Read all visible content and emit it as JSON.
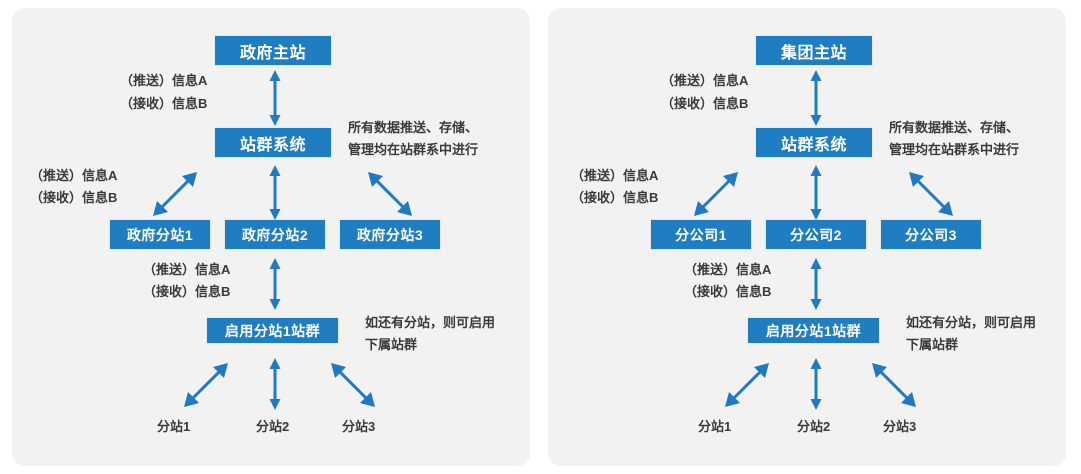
{
  "meta": {
    "accent_color": "#1f7ec2",
    "panel_bg": "#f2f2f2",
    "text_color": "#3a3a3a",
    "canvas_bg": "#ffffff"
  },
  "panels": [
    {
      "id": "government",
      "nodes": {
        "main_site": "政府主站",
        "site_cluster": "站群系统",
        "sub_sites": [
          "政府分站1",
          "政府分站2",
          "政府分站3"
        ],
        "enable_cluster": "启用分站1站群",
        "leaf_sites": [
          "分站1",
          "分站2",
          "分站3"
        ]
      },
      "annotations": {
        "top_push": "（推送）信息A",
        "top_receive": "（接收）信息B",
        "mid_push": "（推送）信息A",
        "mid_receive": "（接收）信息B",
        "low_push": "（推送）信息A",
        "low_receive": "（接收）信息B",
        "right_note_line1": "所有数据推送、存储、",
        "right_note_line2": "管理均在站群系中进行",
        "bottom_note_line1": "如还有分站，则可启用",
        "bottom_note_line2": "下属站群"
      }
    },
    {
      "id": "enterprise",
      "nodes": {
        "main_site": "集团主站",
        "site_cluster": "站群系统",
        "sub_sites": [
          "分公司1",
          "分公司2",
          "分公司3"
        ],
        "enable_cluster": "启用分站1站群",
        "leaf_sites": [
          "分站1",
          "分站2",
          "分站3"
        ]
      },
      "annotations": {
        "top_push": "（推送）信息A",
        "top_receive": "（接收）信息B",
        "mid_push": "（推送）信息A",
        "mid_receive": "（接收）信息B",
        "low_push": "（推送）信息A",
        "low_receive": "（接收）信息B",
        "right_note_line1": "所有数据推送、存储、",
        "right_note_line2": "管理均在站群系中进行",
        "bottom_note_line1": "如还有分站，则可启用",
        "bottom_note_line2": "下属站群"
      }
    }
  ]
}
